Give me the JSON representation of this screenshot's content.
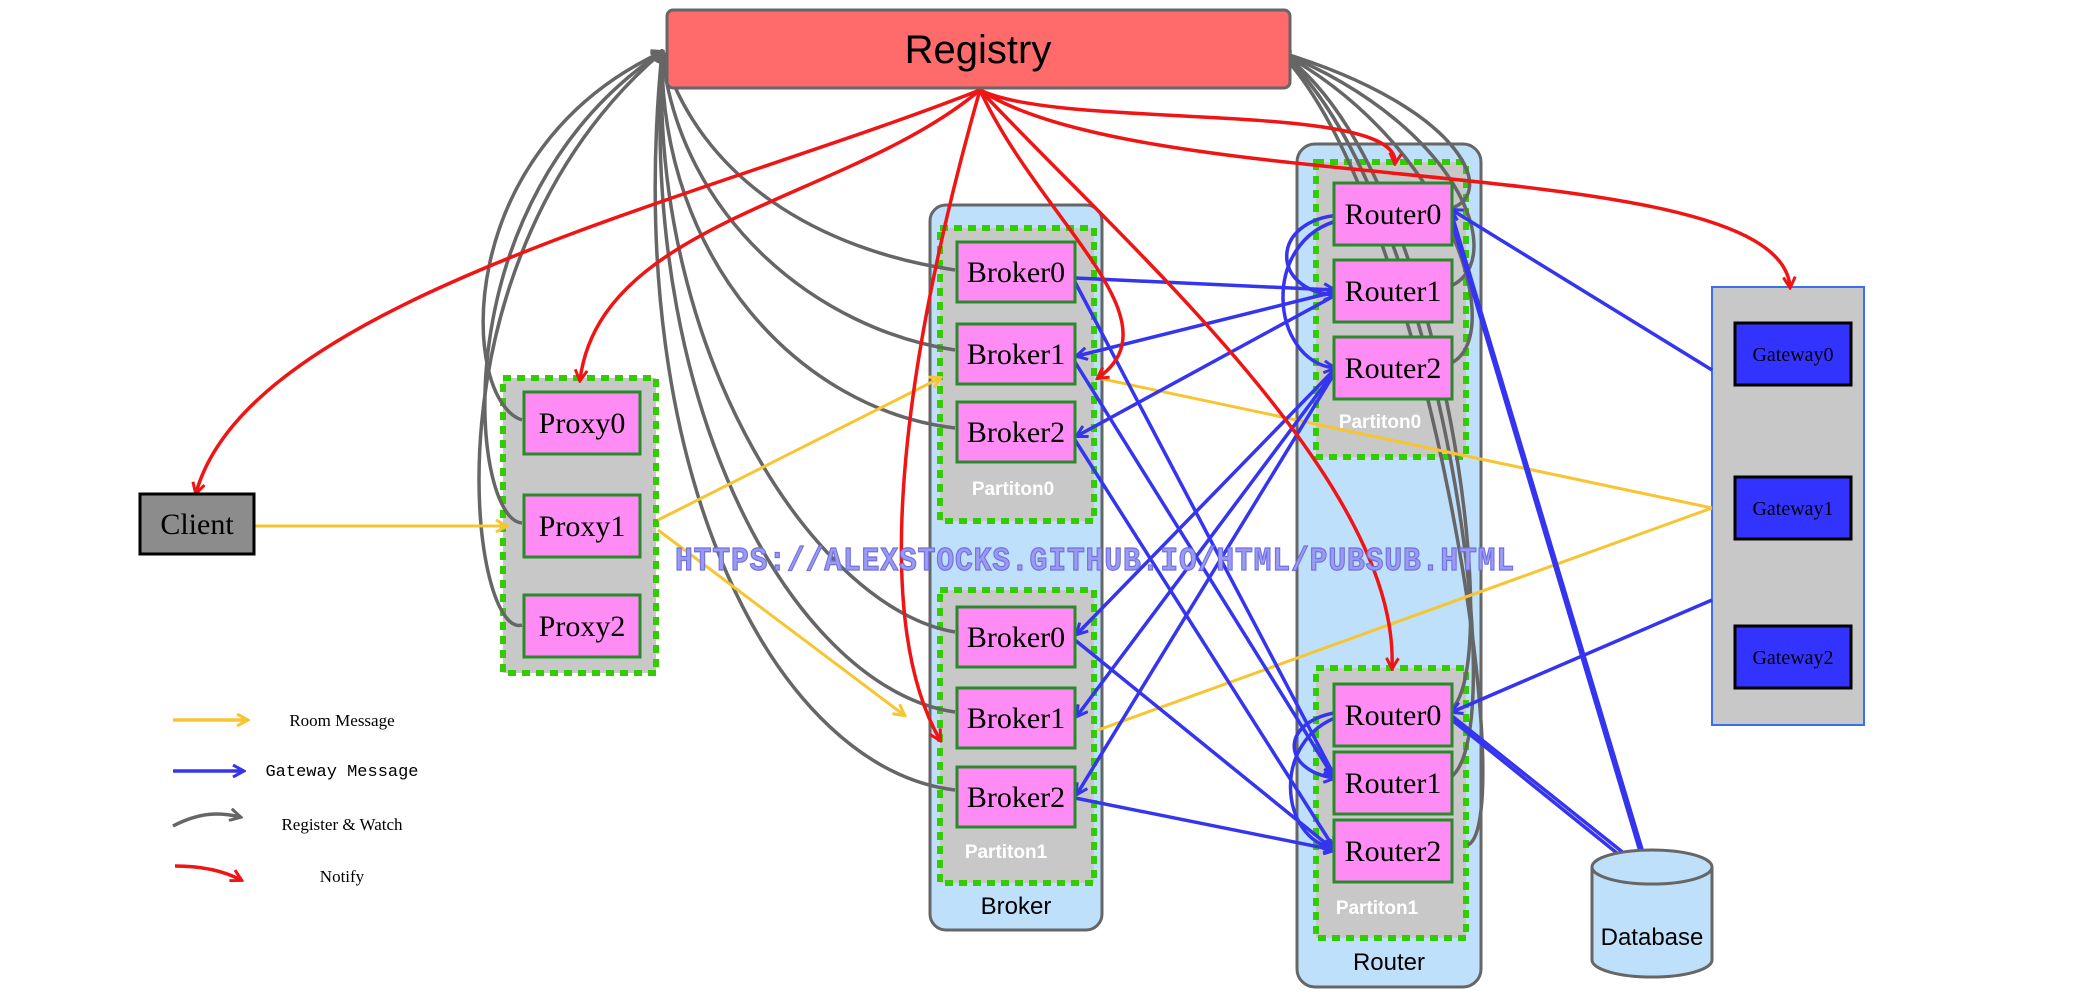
{
  "diagram": {
    "registry": {
      "label": "Registry",
      "color": "#ff6b6b"
    },
    "client": {
      "label": "Client",
      "color": "#8c8c8c"
    },
    "proxies": [
      "Proxy0",
      "Proxy1",
      "Proxy2"
    ],
    "broker_group": {
      "label": "Broker",
      "partitions": [
        {
          "label": "Partiton0",
          "nodes": [
            "Broker0",
            "Broker1",
            "Broker2"
          ]
        },
        {
          "label": "Partiton1",
          "nodes": [
            "Broker0",
            "Broker1",
            "Broker2"
          ]
        }
      ]
    },
    "router_group": {
      "label": "Router",
      "partitions": [
        {
          "label": "Partiton0",
          "nodes": [
            "Router0",
            "Router1",
            "Router2"
          ]
        },
        {
          "label": "Partiton1",
          "nodes": [
            "Router0",
            "Router1",
            "Router2"
          ]
        }
      ]
    },
    "gateways": [
      "Gateway0",
      "Gateway1",
      "Gateway2"
    ],
    "database": {
      "label": "Database"
    },
    "watermark": "HTTPS://ALEXSTOCKS.GITHUB.IO/HTML/PUBSUB.HTML",
    "legend": [
      {
        "label": "Room Message",
        "color": "#f7c531"
      },
      {
        "label": "Gateway Message",
        "color": "#3535f0"
      },
      {
        "label": "Register & Watch",
        "color": "#666666"
      },
      {
        "label": "Notify",
        "color": "#f01515"
      }
    ],
    "colors": {
      "node_fill": "#ff8cf5",
      "node_border": "#2a8a2a",
      "partition_border": "#33cc00",
      "partition_fill": "#c8c8c8",
      "group_fill": "#bfe0fb",
      "gateway_fill": "#3333ff",
      "gateway_panel": "#c8c8c8"
    }
  }
}
